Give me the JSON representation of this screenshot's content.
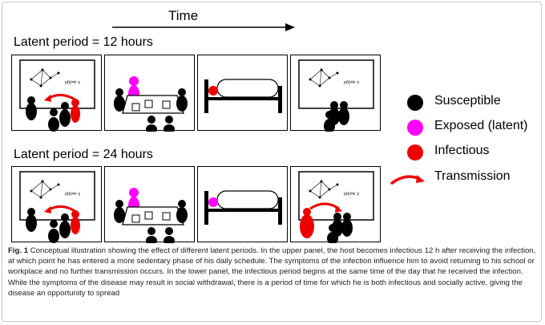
{
  "time_label": "Time",
  "rows": [
    {
      "title": "Latent period = 12 hours"
    },
    {
      "title": "Latent period = 24 hours"
    }
  ],
  "formula": "p(k)=k⁻γ",
  "legend": [
    {
      "label": "Susceptible",
      "color": "#000000",
      "icon": "black-circle"
    },
    {
      "label": "Exposed (latent)",
      "color": "#ff00ff",
      "icon": "magenta-circle"
    },
    {
      "label": "Infectious",
      "color": "#ee0000",
      "icon": "red-circle"
    },
    {
      "label": "Transmission",
      "color": "#ee0000",
      "icon": "red-curved-arrow"
    }
  ],
  "caption": {
    "fig": "Fig. 1",
    "text": " Conceptual illustration showing the effect of different latent periods. In the upper panel, the host becomes infectious 12 h after receiving the infection, at which point he has entered a more sedentary phase of his daily schedule. The symptoms of the infection influence him to avoid returning to his school or workplace and no further transmission occurs. In the lower panel, the infectious period begins at the same time of the day that he received the infection. While the symptoms of the disease may result in social withdrawal, there is a period of time for which he is both infectious and socially active, giving the disease an opportunity to spread"
  },
  "colors": {
    "susceptible": "#000000",
    "exposed": "#ff00ff",
    "infectious": "#ee0000"
  }
}
